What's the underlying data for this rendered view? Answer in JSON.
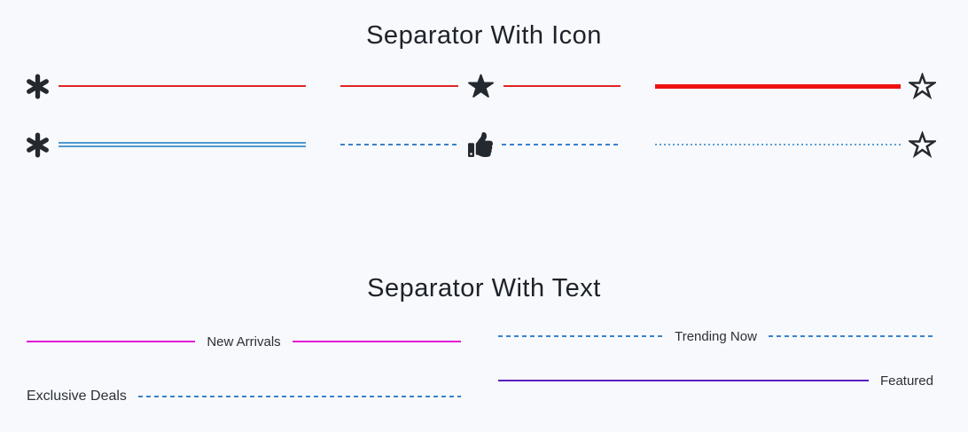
{
  "icon_section": {
    "title": "Separator With Icon",
    "rows": [
      {
        "cells": [
          {
            "icon": "asterisk-icon",
            "icon_position": "start",
            "line_style": "solid",
            "line_color_name": "red"
          },
          {
            "icon": "star-filled-icon",
            "icon_position": "center",
            "line_style": "solid",
            "line_color_name": "red"
          },
          {
            "icon": "star-outline-icon",
            "icon_position": "end",
            "line_style": "thick-solid",
            "line_color_name": "red"
          }
        ]
      },
      {
        "cells": [
          {
            "icon": "asterisk-icon",
            "icon_position": "start",
            "line_style": "double",
            "line_color_name": "blue"
          },
          {
            "icon": "thumbs-up-icon",
            "icon_position": "center",
            "line_style": "dashed",
            "line_color_name": "blue"
          },
          {
            "icon": "star-outline-icon",
            "icon_position": "end",
            "line_style": "dotted",
            "line_color_name": "blue"
          }
        ]
      }
    ]
  },
  "text_section": {
    "title": "Separator With Text",
    "separators": [
      {
        "label": "New Arrivals",
        "label_position": "center",
        "line_style": "solid",
        "line_color_name": "magenta"
      },
      {
        "label": "Trending Now",
        "label_position": "center",
        "line_style": "dashed",
        "line_color_name": "blue"
      },
      {
        "label": "Exclusive Deals",
        "label_position": "start",
        "line_style": "dashed",
        "line_color_name": "blue"
      },
      {
        "label": "Featured",
        "label_position": "end",
        "line_style": "solid",
        "line_color_name": "purple"
      }
    ]
  },
  "colors": {
    "bg": "#f7f9fc",
    "red": "#e02424",
    "red-thick": "#ec1212",
    "blue-double": "#4f9ad2",
    "blue-dash": "#3b82c8",
    "blue-dot": "#5a9fd6",
    "magenta": "#e316d6",
    "purple": "#5b1fc0",
    "icon": "#24282f",
    "text": "#2b3036"
  }
}
